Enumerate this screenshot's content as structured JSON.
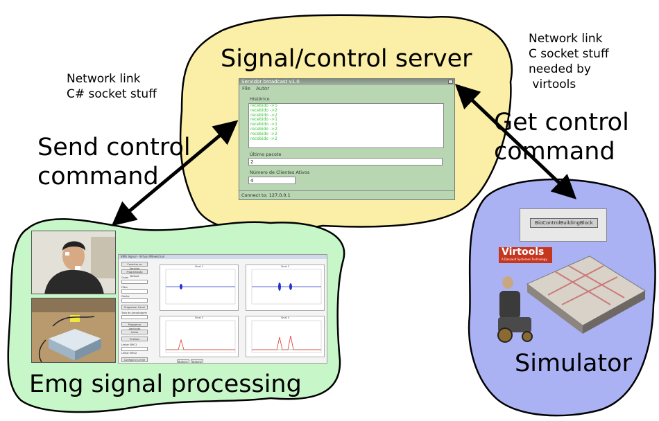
{
  "title": "Signal/control server",
  "labels": {
    "left_net": [
      "Network link",
      "C# socket stuff"
    ],
    "right_net": [
      "Network link",
      "C socket stuff",
      "needed by",
      " virtools"
    ],
    "send": [
      "Send control",
      "command"
    ],
    "get": [
      "Get control",
      "command"
    ],
    "emg": "Emg signal processing",
    "simulator": "Simulator"
  },
  "colors": {
    "server_cloud": "#fbeea6",
    "emg_cloud": "#c7f7c8",
    "sim_cloud": "#aab2f4",
    "window_bg": "#b8d6b2",
    "history_text": "#36c236"
  },
  "server_window": {
    "title": "Servidor broadcast v1.0",
    "menu": [
      "File",
      "Autor"
    ],
    "history_label": "Histórico",
    "history_items": [
      "recebido ->5",
      "recebido ->2",
      "recebido ->2",
      "recebido ->1",
      "recebido ->1",
      "recebido ->2",
      "recebido ->2",
      "recebido ->2"
    ],
    "last_packet_label": "Último pacote",
    "last_packet_value": "2",
    "clients_label": "Número de Clientes Ativos",
    "clients_value": "4",
    "status": "Connect to: 127.0.0.1"
  },
  "emg_app": {
    "title": "EMG Signal - Virtual Wheelchair",
    "buttons": [
      "Conectar ao Servidor",
      "Programação Default",
      "Programar Canal",
      "Programar Aquisição",
      "Iniciar",
      "Finalizar",
      "Configurar Limiar"
    ],
    "fields": [
      "Canal",
      "Filtro",
      "Ganho",
      "Taxa de Amostragem",
      "Limiar EMG1",
      "Limiar EMG2"
    ],
    "plot_titles": [
      "Sinal 1",
      "Sinal 2",
      "Sinal 3",
      "Sinal 4"
    ],
    "footer": [
      "Button1",
      "Button2"
    ]
  },
  "block_label": "BioControlBuildingBlock",
  "logo": {
    "name": "Virtools",
    "tagline": "A Dassault Systemes Technology"
  }
}
